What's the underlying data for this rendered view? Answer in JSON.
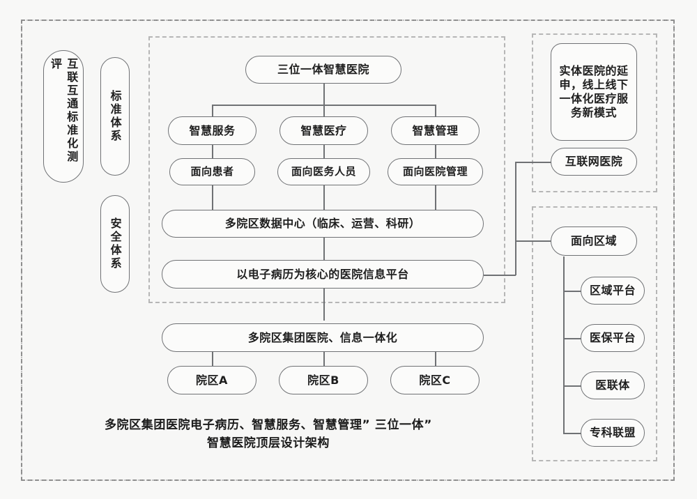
{
  "diagram": {
    "title_caption_line1": "多院区集团医院电子病历、智慧服务、智慧管理” 三位一体”",
    "title_caption_line2": "智慧医院顶层设计架构",
    "colors": {
      "background": "#f7f7f6",
      "node_border": "#6f7174",
      "node_fill": "#fbfbfa",
      "panel_dashed": "#b6b6b6",
      "outer_frame": "#8b8b8b",
      "text": "#1e1e1e"
    }
  },
  "left_pillars": [
    {
      "label": "互联互通标准化测评"
    },
    {
      "label": "标准体系"
    },
    {
      "label": "安全体系"
    }
  ],
  "core": {
    "root": {
      "label": "三位一体智慧医院"
    },
    "pillars": [
      {
        "label": "智慧服务"
      },
      {
        "label": "智慧医疗"
      },
      {
        "label": "智慧管理"
      }
    ],
    "audiences": [
      {
        "label": "面向患者"
      },
      {
        "label": "面向医务人员"
      },
      {
        "label": "面向医院管理"
      }
    ],
    "data_center": {
      "label": "多院区数据中心（临床、运营、科研）"
    },
    "platform": {
      "label": "以电子病历为核心的医院信息平台"
    }
  },
  "group": {
    "integration": {
      "label": "多院区集团医院、信息一体化"
    },
    "campuses": [
      {
        "label": "院区A"
      },
      {
        "label": "院区B"
      },
      {
        "label": "院区C"
      }
    ]
  },
  "internet_panel": {
    "note": {
      "label": "实体医院的延申，线上线下一体化医疗服务新模式"
    },
    "node": {
      "label": "互联网医院"
    }
  },
  "region_panel": {
    "head": {
      "label": "面向区域"
    },
    "children": [
      {
        "label": "区域平台"
      },
      {
        "label": "医保平台"
      },
      {
        "label": "医联体"
      },
      {
        "label": "专科联盟"
      }
    ]
  }
}
